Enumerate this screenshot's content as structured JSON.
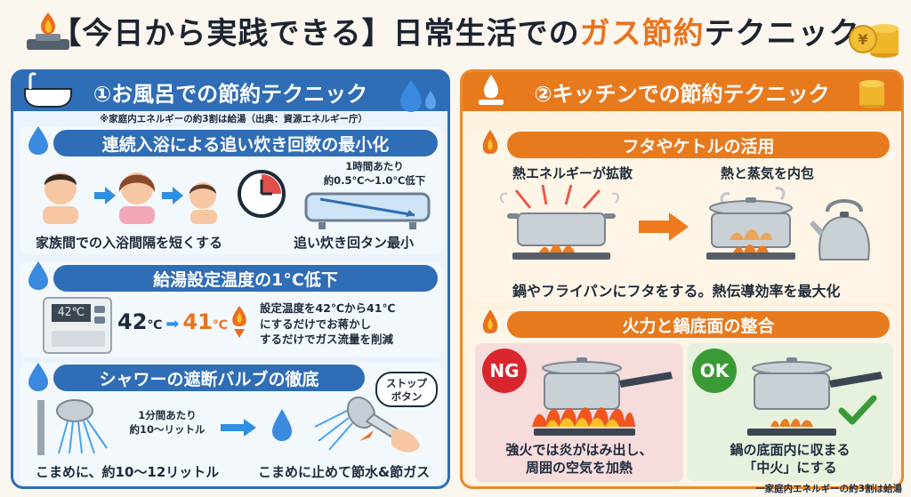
{
  "title": {
    "prefix": "【今日から実践できる】日常生活での",
    "highlight": "ガス節約",
    "suffix": "テクニック"
  },
  "left_panel": {
    "header": "①お風呂での節約テクニック",
    "note": "※家庭内エネルギーの約3割は給湯（出典：資源エネルギー庁）",
    "section1": {
      "title": "連続入浴による追い炊き回数の最小化",
      "rate_note_line1": "1時間あたり",
      "rate_note_line2": "約0.5℃〜1.0℃低下",
      "caption_left": "家族間での入浴間隔を短くする",
      "caption_right": "追い炊き回タン最小"
    },
    "section2": {
      "title": "給湯設定温度の1°C低下",
      "display_value": "42℃",
      "temp_from": "42",
      "temp_from_unit": "℃",
      "temp_to": "41",
      "temp_to_unit": "℃",
      "desc_line1": "設定温度を42℃から41℃",
      "desc_line2": "にするだけでお蒋かし",
      "desc_line3": "するだけでガス流量を削減"
    },
    "section3": {
      "title": "シャワーの遮断バルブの徹底",
      "rate_line1": "1分間あたり",
      "rate_line2": "約10〜リットル",
      "bubble_line1": "ストップ",
      "bubble_line2": "ボタン",
      "caption_left": "こまめに、約10〜12リットル",
      "caption_right": "こまめに止めて節水&節ガス"
    }
  },
  "right_panel": {
    "header": "②キッチンでの節約テクニック",
    "section1": {
      "title": "フタやケトルの活用",
      "label_left": "熱エネルギーが拡散",
      "label_right": "熱と蒸気を内包",
      "caption": "鍋やフライパンにフタをする。熱伝導効率を最大化"
    },
    "section2": {
      "title": "火力と鍋底面の整合",
      "ng_label": "NG",
      "ok_label": "OK",
      "ng_caption_line1": "強火では炎がはみ出し、",
      "ng_caption_line2": "周囲の空気を加熱",
      "ok_caption_line1": "鍋の底面内に収まる",
      "ok_caption_line2": "「中火」にする"
    }
  },
  "footer": "一家庭内エネルギーの約3割は給湯",
  "colors": {
    "blue": "#2f6db6",
    "orange": "#e87a1e",
    "ng_red": "#d9262e",
    "ok_green": "#3a9a35"
  }
}
